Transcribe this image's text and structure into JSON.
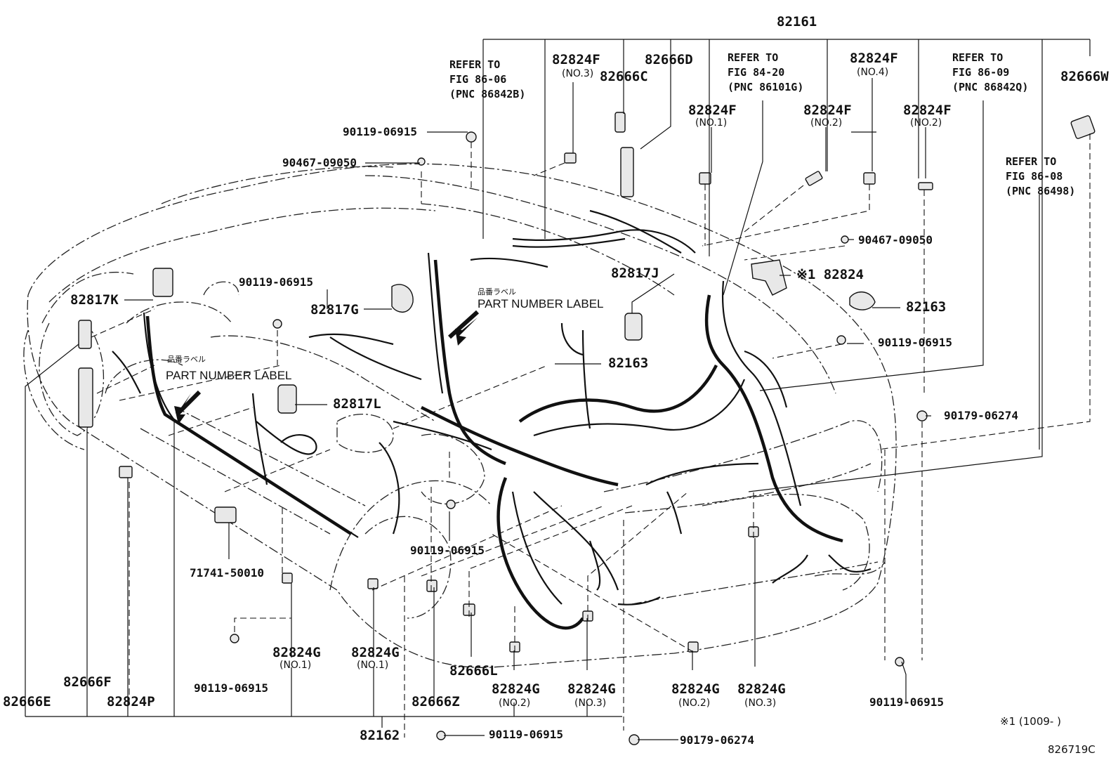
{
  "diagram_id": "826719C",
  "footnote": "※1 (1009-      )",
  "callouts": {
    "p82161": "82161",
    "p82666W": "82666W",
    "p82666D": "82666D",
    "p82666C": "82666C",
    "p82824F_a": "82824F",
    "p82824F_b": "82824F",
    "p82824F_c": "82824F",
    "p82824F_d": "82824F",
    "p82824F_e": "82824F",
    "p82824_s1": "※1 82824",
    "p82163_a": "82163",
    "p82163_b": "82163",
    "p82817J": "82817J",
    "p82817K": "82817K",
    "p82817G": "82817G",
    "p82817L": "82817L",
    "p71741": "71741-50010",
    "p82666E": "82666E",
    "p82666F": "82666F",
    "p82824P": "82824P",
    "p82824G_a": "82824G",
    "p82824G_b": "82824G",
    "p82824G_c": "82824G",
    "p82824G_d": "82824G",
    "p82824G_e": "82824G",
    "p82824G_f": "82824G",
    "p82666L": "82666L",
    "p82666Z": "82666Z",
    "p82162": "82162",
    "b90119_a": "90119-06915",
    "b90119_b": "90119-06915",
    "b90119_c": "90119-06915",
    "b90119_d": "90119-06915",
    "b90119_e": "90119-06915",
    "b90119_f": "90119-06915",
    "b90119_g": "90119-06915",
    "c90467_a": "90467-09050",
    "c90467_b": "90467-09050",
    "n90179_a": "90179-06274",
    "n90179_b": "90179-06274"
  },
  "sub_labels": {
    "no3_a": "(NO.3)",
    "no4": "(NO.4)",
    "no1_a": "(NO.1)",
    "no2_a": "(NO.2)",
    "no2_b": "(NO.2)",
    "no1_b": "(NO.1)",
    "no1_c": "(NO.1)",
    "no2_c": "(NO.2)",
    "no3_b": "(NO.3)",
    "no2_d": "(NO.2)",
    "no3_c": "(NO.3)"
  },
  "references": {
    "fig86_06": "REFER TO\nFIG 86-06\n(PNC 86842B)",
    "fig84_20": "REFER TO\nFIG 84-20\n(PNC 86101G)",
    "fig86_09": "REFER TO\nFIG 86-09\n(PNC 86842Q)",
    "fig86_08": "REFER TO\nFIG 86-08\n(PNC 86498)"
  },
  "part_number_labels": {
    "upper_en": "PART NUMBER LABEL",
    "upper_jp": "品番ラベル",
    "lower_en": "PART NUMBER LABEL",
    "lower_jp": "品番ラベル"
  }
}
